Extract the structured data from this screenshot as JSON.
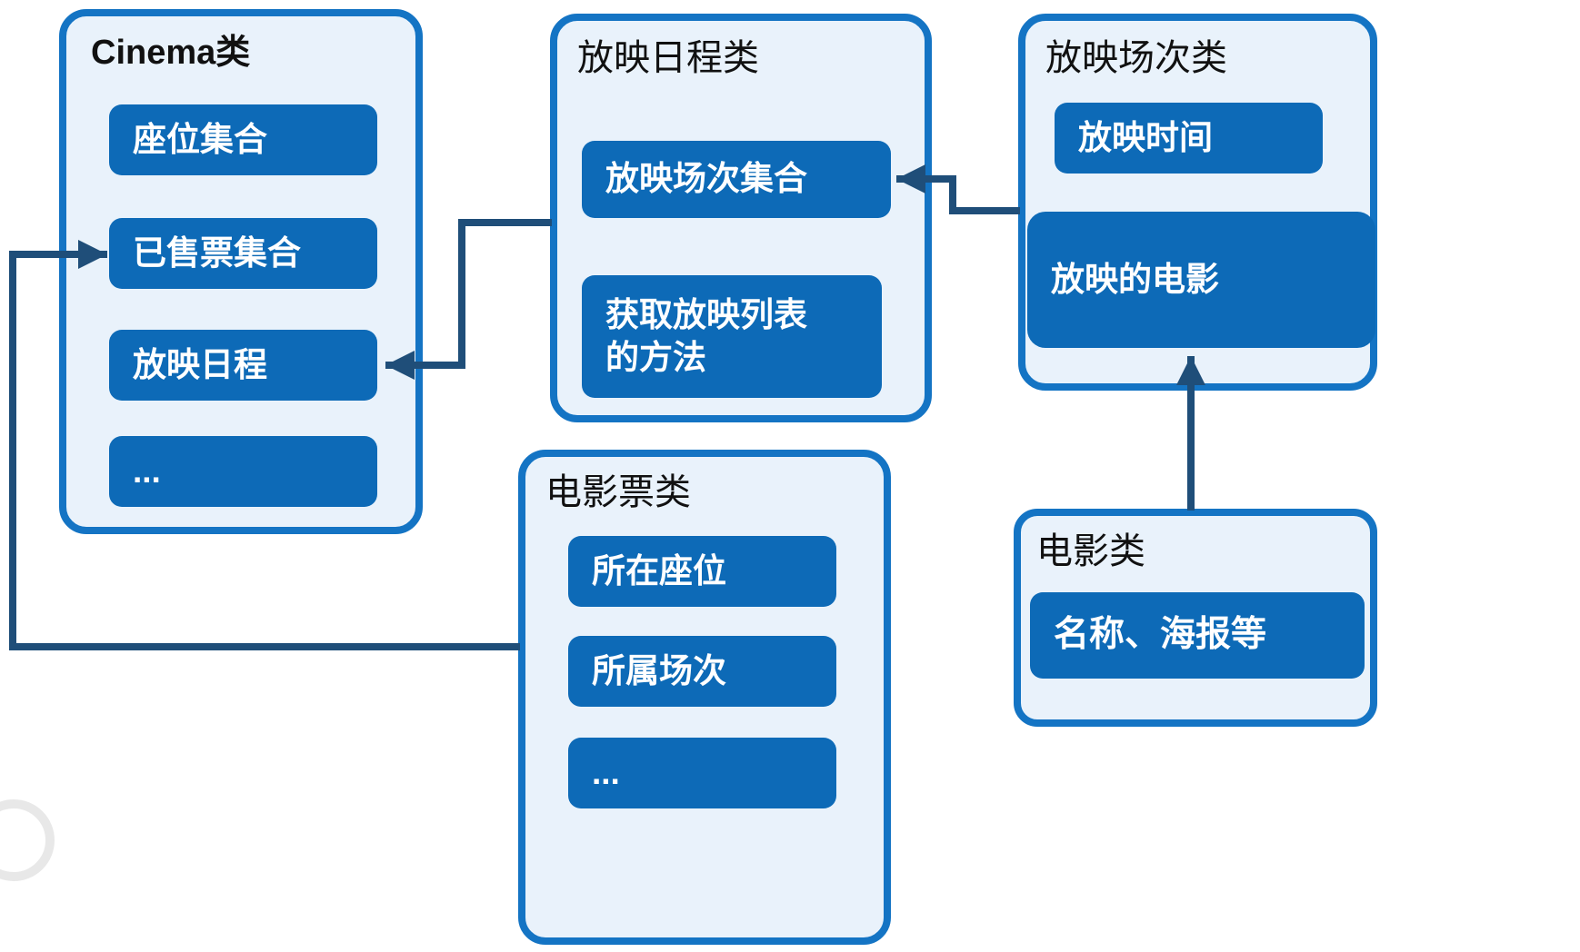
{
  "colors": {
    "box_fill": "#e9f2fb",
    "box_border": "#1474c4",
    "item_fill": "#0d6ab7",
    "item_text": "#ffffff",
    "arrow": "#1f4e79",
    "title_text": "#111111"
  },
  "cinema": {
    "title": "Cinema类",
    "items": [
      "座位集合",
      "已售票集合",
      "放映日程",
      "..."
    ]
  },
  "schedule": {
    "title": "放映日程类",
    "items": [
      "放映场次集合",
      "获取放映列表\n的方法"
    ]
  },
  "session": {
    "title": "放映场次类",
    "items": [
      "放映时间",
      "放映的电影"
    ]
  },
  "ticket": {
    "title": "电影票类",
    "items": [
      "所在座位",
      "所属场次",
      "..."
    ]
  },
  "movie": {
    "title": "电影类",
    "items": [
      "名称、海报等"
    ]
  }
}
